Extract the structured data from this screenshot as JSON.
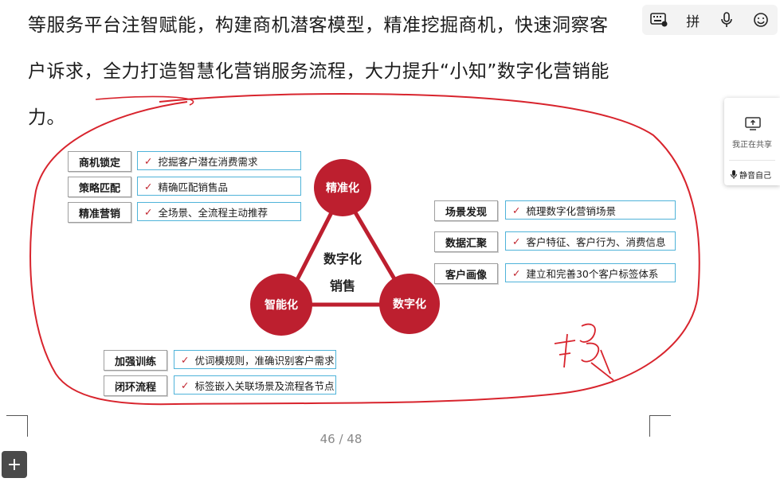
{
  "paragraph": {
    "line1": "等服务平台注智赋能，构建商机潜客模型，精准挖掘商机，快速洞察客",
    "line2": "户诉求，全力打造智慧化营销服务流程，大力提升“小知”数字化营销能",
    "line3": "力。"
  },
  "ime_toolbar": {
    "pinyin_label": "拼",
    "icons": [
      "keyboard-icon",
      "microphone-icon",
      "emoji-icon"
    ]
  },
  "share_panel": {
    "status": "我正在共享",
    "mute_label": "静音自己"
  },
  "diagram": {
    "center_line1": "数字化",
    "center_line2": "销售",
    "nodes": {
      "top": "精准化",
      "left": "智能化",
      "right": "数字化"
    },
    "top_left": [
      {
        "label": "商机锁定",
        "desc": "挖掘客户潜在消费需求"
      },
      {
        "label": "策略匹配",
        "desc": "精确匹配销售品"
      },
      {
        "label": "精准营销",
        "desc": "全场景、全流程主动推荐"
      }
    ],
    "right": [
      {
        "label": "场景发现",
        "desc": "梳理数字化营销场景"
      },
      {
        "label": "数据汇聚",
        "desc": "客户特征、客户行为、消费信息"
      },
      {
        "label": "客户画像",
        "desc": "建立和完善30个客户标签体系"
      }
    ],
    "bottom": [
      {
        "label": "加强训练",
        "desc": "优词模规则，准确识别客户需求"
      },
      {
        "label": "闭环流程",
        "desc": "标签嵌入关联场景及流程各节点"
      }
    ],
    "check": "✓"
  },
  "pager": {
    "text": "46 / 48"
  },
  "add_button": {
    "label": "+"
  },
  "colors": {
    "accent_red": "#bd1f2f",
    "box_blue": "#4fb3d9",
    "annotation_red": "#d8242d"
  }
}
